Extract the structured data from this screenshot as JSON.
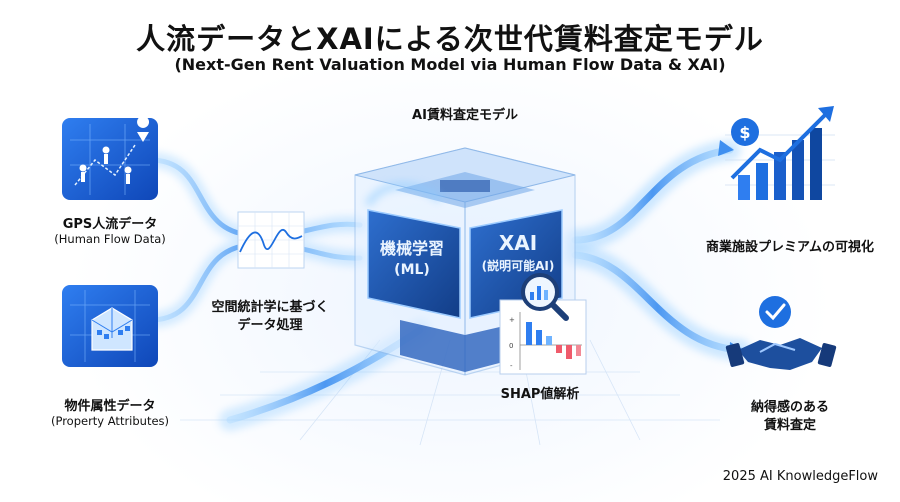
{
  "title": "人流データとXAIによる次世代賃料査定モデル",
  "subtitle": "(Next-Gen Rent Valuation Model via Human Flow Data & XAI)",
  "inputs": [
    {
      "label": "GPS人流データ",
      "sub": "(Human Flow Data)",
      "icon": "gps-map-icon"
    },
    {
      "label": "物件属性データ",
      "sub": "(Property Attributes)",
      "icon": "building-blueprint-icon"
    }
  ],
  "processing": {
    "line1": "空間統計学に基づく",
    "line2": "データ処理"
  },
  "model": {
    "label": "AI賃料査定モデル",
    "ml_panel": {
      "line1": "機械学習",
      "line2": "(ML)"
    },
    "xai_panel": {
      "line1": "XAI",
      "line2": "(説明可能AI)"
    }
  },
  "shap": {
    "label": "SHAP値解析",
    "axis": [
      "+",
      "0",
      "-"
    ]
  },
  "outputs": [
    {
      "label": "商業施設プレミアムの可視化",
      "icon": "rising-chart-icon"
    },
    {
      "line1": "納得感のある",
      "line2": "賃料査定",
      "icon": "handshake-icon"
    }
  ],
  "footer": "2025 AI KnowledgeFlow",
  "colors": {
    "accent": "#1e6fe0",
    "glow": "#7fc4ff",
    "dark": "#163a7a"
  }
}
